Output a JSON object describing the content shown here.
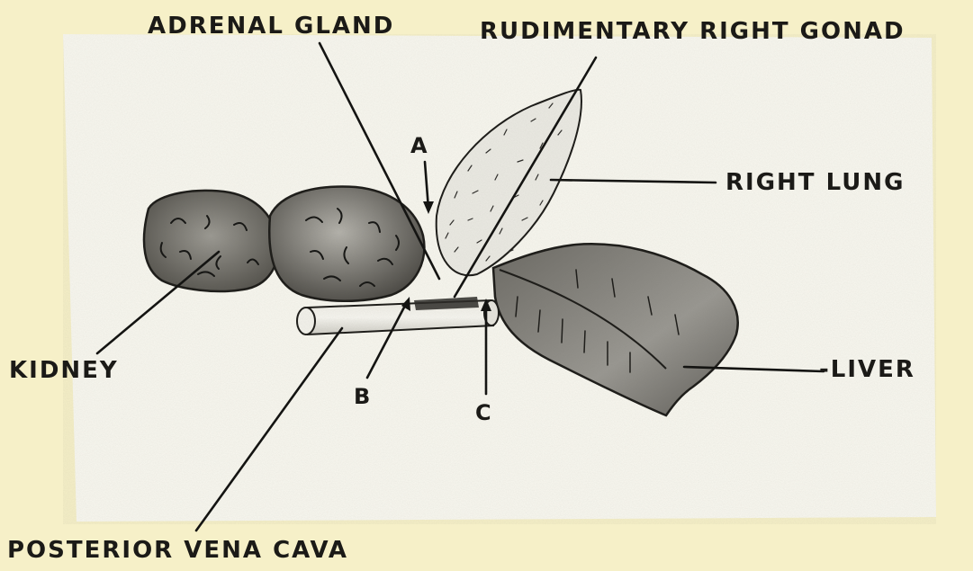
{
  "labels": {
    "adrenal_gland": "ADRENAL GLAND",
    "rudimentary_right_gonad": "RUDIMENTARY RIGHT GONAD",
    "right_lung": "RIGHT LUNG",
    "kidney": "KIDNEY",
    "liver": "-LIVER",
    "posterior_vena_cava": "POSTERIOR VENA CAVA",
    "a": "A",
    "b": "B",
    "c": "C"
  },
  "colors": {
    "paper_frame": "#f6f0c8",
    "drawing_paper": "#f9f8f0",
    "ink": "#1b1a17",
    "organ_shading": "#8c8a84"
  }
}
